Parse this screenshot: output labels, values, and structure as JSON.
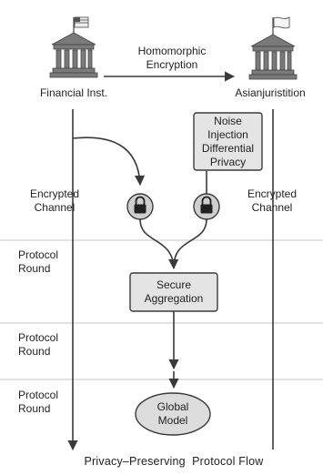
{
  "nodes": {
    "left_party": "Financial Inst.",
    "right_party": "Asianjuristition",
    "top_link": [
      "Homomorphic",
      "Encryption"
    ],
    "noise_box": [
      "Noise Injection",
      "Differential",
      "Privacy"
    ],
    "aggregation_box": [
      "Secure",
      "Aggregation"
    ],
    "global_model": [
      "Global",
      "Model"
    ]
  },
  "channels": {
    "left": [
      "Encrypted",
      "Channel"
    ],
    "right": [
      "Encrypted",
      "Channel"
    ]
  },
  "rounds": [
    [
      "Protocol",
      "Round"
    ],
    [
      "Protocol",
      "Round"
    ],
    [
      "Protocol",
      "Round"
    ]
  ],
  "caption": "Privacy–Preserving  Protocol Flow",
  "icons": [
    "bank-icon",
    "bank-icon",
    "lock-icon",
    "lock-icon",
    "flag-icon",
    "flag-icon"
  ],
  "colors": {
    "box_fill": "#e4e4e4",
    "line": "#3a3a3a",
    "divider": "#bdbdbd"
  }
}
